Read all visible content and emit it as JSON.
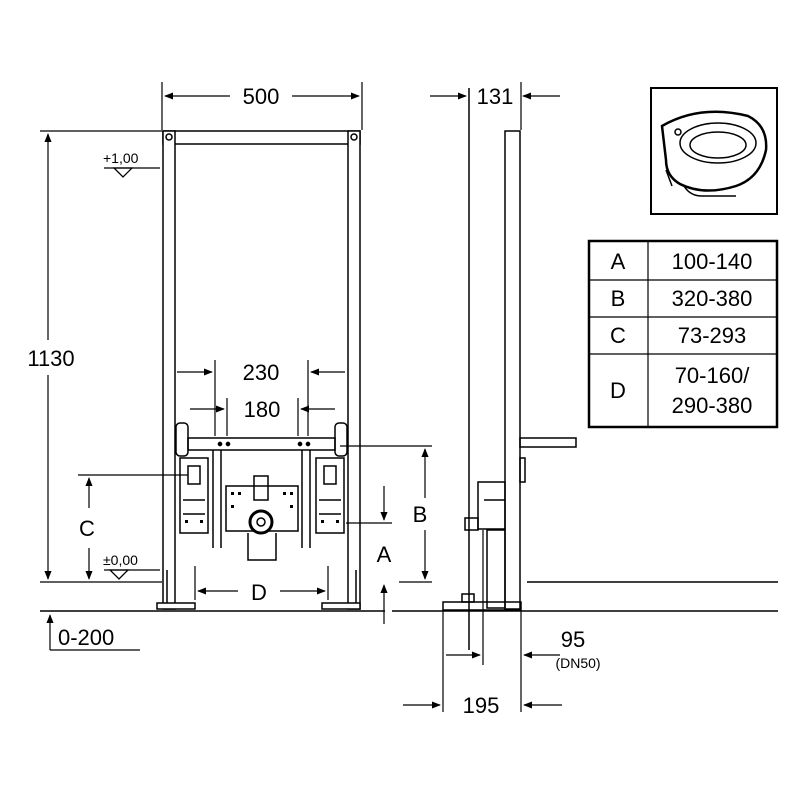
{
  "dimensions": {
    "width_500": "500",
    "depth_131": "131",
    "height_1130": "1130",
    "level_plus": "+1,00",
    "level_zero": "±0,00",
    "spacing_230": "230",
    "spacing_180": "180",
    "label_a": "A",
    "label_b": "B",
    "label_c": "C",
    "label_d": "D",
    "adjust_range": "0-200",
    "pipe_95": "95",
    "pipe_dn": "(DN50)",
    "depth_195": "195"
  },
  "table": {
    "rows": [
      {
        "key": "A",
        "value": "100-140"
      },
      {
        "key": "B",
        "value": "320-380"
      },
      {
        "key": "C",
        "value": "73-293"
      },
      {
        "key": "D",
        "value_line1": "70-160/",
        "value_line2": "290-380"
      }
    ]
  },
  "colors": {
    "line": "#000000",
    "background": "#ffffff",
    "thumbnail_border": "#000000"
  },
  "icons": {
    "product_thumbnail": "wall-hung-bidet-icon",
    "level_marker": "level-triangle-icon"
  }
}
